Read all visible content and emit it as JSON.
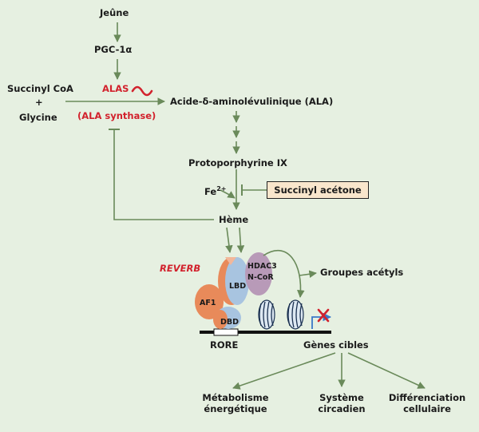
{
  "nodes": {
    "jeune": "Jeûne",
    "pgc": "PGC-1α",
    "alas": "ALAS",
    "succinyl_coa": "Succinyl CoA",
    "plus": "+",
    "glycine": "Glycine",
    "ala_synthase": "(ALA synthase)",
    "ala": "Acide-δ-aminolévulinique (ALA)",
    "protoporphyrine": "Protoporphyrine IX",
    "fe": "Fe",
    "fe_sup": "2+",
    "succinyl_acetone": "Succinyl acétone",
    "heme": "Hème",
    "reverb": "REVERB",
    "hdac3": "HDAC3",
    "ncor": "N-CoR",
    "lbd": "LBD",
    "af1": "AF1",
    "dbd": "DBD",
    "groupes_acetyls": "Groupes acétyls",
    "rore": "RORE",
    "genes_cibles": "Gènes cibles",
    "metabolisme_1": "Métabolisme",
    "metabolisme_2": "énergétique",
    "systeme_1": "Système",
    "systeme_2": "circadien",
    "differenciation_1": "Différenciation",
    "differenciation_2": "cellulaire"
  },
  "colors": {
    "background": "#e6f0e1",
    "arrow": "#6a8a5a",
    "highlight_red": "#d2222d",
    "box_fill": "#f9e6cc",
    "receptor_orange": "#e88a5a",
    "receptor_blue": "#a8c4e0",
    "corepressor_purple": "#b89ab8",
    "nucleosome_blue": "#4a7aa8"
  }
}
